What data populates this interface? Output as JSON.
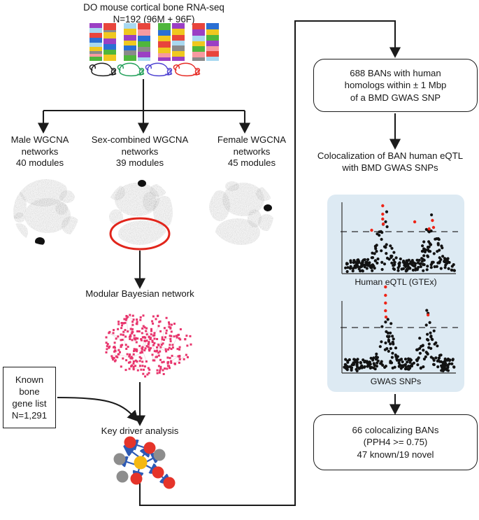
{
  "figure": {
    "type": "workflow-diagram",
    "background_color": "#ffffff"
  },
  "top": {
    "title": "DO mouse cortical bone RNA-seq\nN=192 (96M + 96F)",
    "sample_count": "N=192",
    "males": "96M",
    "females": "96F",
    "mouse_icon_colors": [
      "#1a1a1a",
      "#1f9e57",
      "#4b3fd1",
      "#e62822"
    ],
    "genome_bar_count": 8
  },
  "networks": {
    "male": {
      "label": "Male WGCNA\nnetworks\n40 modules",
      "modules": 40
    },
    "combined": {
      "label": "Sex-combined WGCNA\nnetworks\n39 modules",
      "modules": 39,
      "highlight_color": "#e1251b",
      "highlight_module_color": "#c421b4"
    },
    "female": {
      "label": "Female WGCNA\nnetworks\n45 modules",
      "modules": 45
    }
  },
  "bayesian": {
    "label": "Modular Bayesian network",
    "node_color": "#e8356d",
    "edge_color": "#e9d4dc",
    "node_count": 300
  },
  "known_genes": {
    "label": "Known\nbone\ngene list\nN=1,291",
    "count": "N=1,291"
  },
  "kda": {
    "label": "Key driver analysis",
    "hub_color": "#f5b812",
    "driver_color": "#e5342a",
    "other_color": "#8d8d8d",
    "edge_color": "#2d5ab5"
  },
  "right": {
    "bans_box": "688 BANs with human\nhomologs within ± 1 Mbp\nof a BMD GWAS SNP",
    "coloc_title": "Colocalization of BAN human eQTL\nwith BMD GWAS SNPs",
    "result_box": "66 colocalizing BANs\n(PPH4 >= 0.75)\n47 known/19 novel",
    "panel_color": "#ddeaf3"
  },
  "chart_data": [
    {
      "type": "scatter",
      "title": "Human eQTL (GTEx)",
      "xlabel": "",
      "ylabel": "",
      "grid": false,
      "legend": "none",
      "threshold_line": "dashed",
      "point_colors": {
        "non_significant": "#121212",
        "significant": "#ee2417"
      },
      "significant_count": 8,
      "total_points": 260,
      "peaks": 2
    },
    {
      "type": "scatter",
      "title": "GWAS SNPs",
      "xlabel": "",
      "ylabel": "",
      "grid": false,
      "legend": "none",
      "threshold_line": "dashed",
      "point_colors": {
        "non_significant": "#121212",
        "significant": "#ee2417"
      },
      "significant_count": 6,
      "total_points": 250,
      "peaks": 2
    }
  ]
}
